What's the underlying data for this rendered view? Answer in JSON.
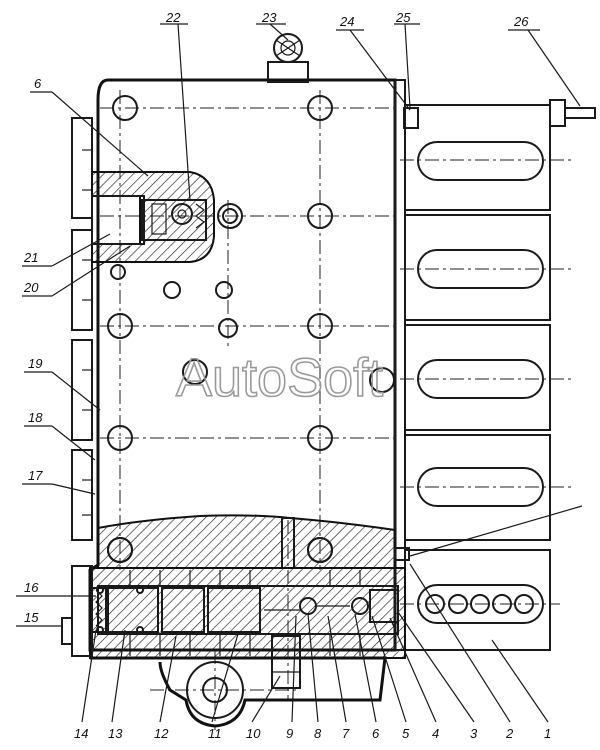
{
  "watermark": "AutoSoft",
  "callouts": {
    "n1": "1",
    "n2": "2",
    "n3": "3",
    "n4": "4",
    "n5": "5",
    "n6b": "6",
    "n7": "7",
    "n8": "8",
    "n9": "9",
    "n10": "10",
    "n11": "11",
    "n12": "12",
    "n13": "13",
    "n14": "14",
    "n15": "15",
    "n16": "16",
    "n17": "17",
    "n18": "18",
    "n19": "19",
    "n20": "20",
    "n21": "21",
    "n22": "22",
    "n23": "23",
    "n24": "24",
    "n25": "25",
    "n26": "26",
    "n6": "6"
  }
}
